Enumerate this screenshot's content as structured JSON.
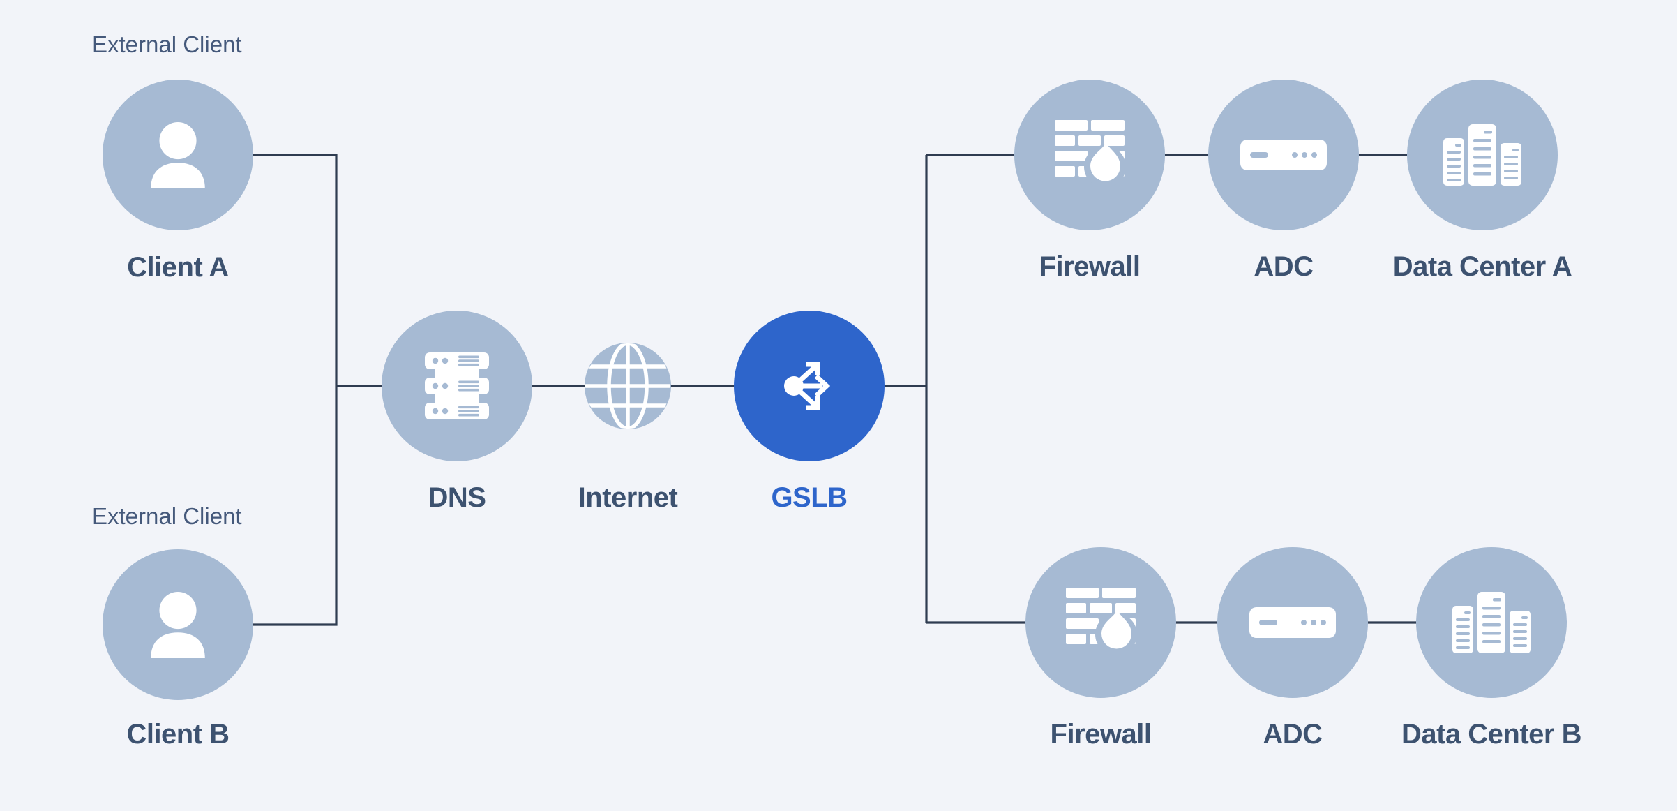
{
  "captions": {
    "external_client_top": "External Client",
    "external_client_bottom": "External Client"
  },
  "nodes": {
    "client_a": {
      "label": "Client A",
      "icon": "user-icon"
    },
    "client_b": {
      "label": "Client B",
      "icon": "user-icon"
    },
    "dns": {
      "label": "DNS",
      "icon": "server-stack-icon"
    },
    "internet": {
      "label": "Internet",
      "icon": "globe-icon"
    },
    "gslb": {
      "label": "GSLB",
      "icon": "load-balancer-icon"
    },
    "firewall_top": {
      "label": "Firewall",
      "icon": "firewall-icon"
    },
    "adc_top": {
      "label": "ADC",
      "icon": "adc-appliance-icon"
    },
    "datacenter_a": {
      "label": "Data Center A",
      "icon": "server-rack-icon"
    },
    "firewall_bottom": {
      "label": "Firewall",
      "icon": "firewall-icon"
    },
    "adc_bottom": {
      "label": "ADC",
      "icon": "adc-appliance-icon"
    },
    "datacenter_b": {
      "label": "Data Center B",
      "icon": "server-rack-icon"
    }
  },
  "colors": {
    "background": "#f2f4f9",
    "node_fill": "#a6bad3",
    "accent": "#2e65cb",
    "accent_label": "#2e65cb",
    "connector": "#2f3c51",
    "label_text": "#3d5270",
    "caption_text": "#45597b",
    "icon_fill": "#ffffff"
  }
}
